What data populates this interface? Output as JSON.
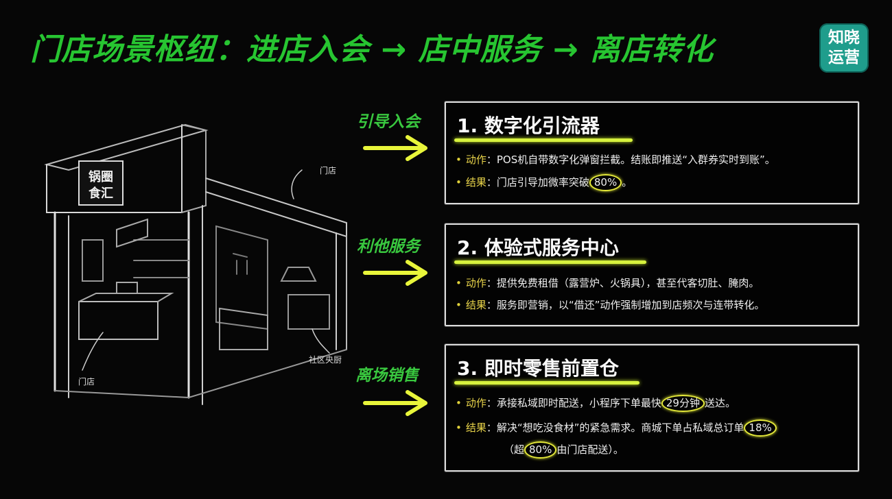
{
  "title": "门店场景枢纽：进店入会 → 店中服务 → 离店转化",
  "logo": {
    "line1": "知晓",
    "line2": "运营"
  },
  "illustration": {
    "sign_line1": "锅圈",
    "sign_line2": "食汇",
    "label_store_top": "门店",
    "label_store_bottom": "门店",
    "label_kitchen": "社区央厨"
  },
  "flow_labels": [
    "引导入会",
    "利他服务",
    "离场销售"
  ],
  "cards": [
    {
      "title": "1. 数字化引流器",
      "action_key": "动作",
      "action_text": "：POS机自带数字化弹窗拦截。结账即推送“入群券实时到账”。",
      "result_key": "结果",
      "result_pre": "：门店引导加微率突破",
      "result_highlight": "80%",
      "result_post": "。"
    },
    {
      "title": "2. 体验式服务中心",
      "action_key": "动作",
      "action_text": "：提供免费租借（露营炉、火锅具），甚至代客切肚、腌肉。",
      "result_key": "结果",
      "result_text": "：服务即营销，以“借还”动作强制增加到店频次与连带转化。"
    },
    {
      "title": "3. 即时零售前置仓",
      "action_key": "动作",
      "action_pre": "：承接私域即时配送，小程序下单最快",
      "action_highlight": "29分钟",
      "action_post": "送达。",
      "result_key": "结果",
      "result_pre": "：解决“想吃没食材”的紧急需求。商城下单占私域总订单",
      "result_highlight": "18%",
      "result2_pre": "（超",
      "result2_highlight": "80%",
      "result2_post": "由门店配送）。"
    }
  ],
  "colors": {
    "title_green": "#27c531",
    "highlight_yellow": "#d7f23e",
    "logo_teal": "#1f9d8c"
  }
}
